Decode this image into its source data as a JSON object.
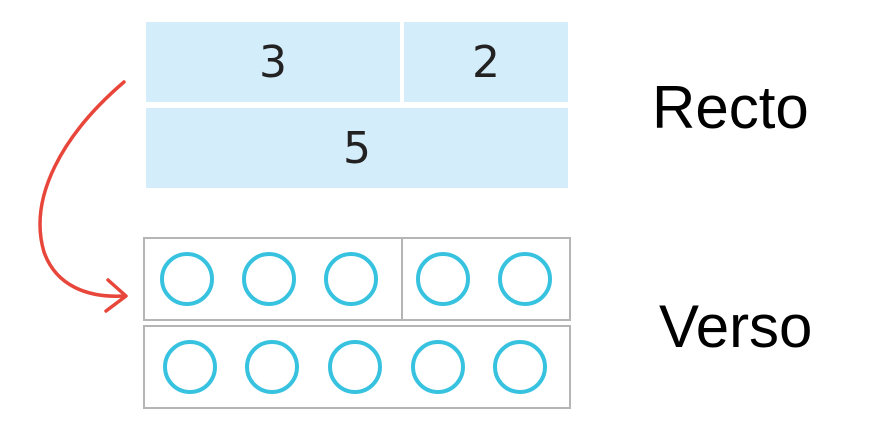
{
  "recto": {
    "top_parts": [
      "3",
      "2"
    ],
    "whole": "5",
    "label": "Recto"
  },
  "verso": {
    "label": "Verso",
    "top_row_circles": 5,
    "bottom_row_circles": 5
  },
  "colors": {
    "bar_fill": "#d4edfa",
    "circle_stroke": "#37c2df",
    "frame_border": "#b5b5b5",
    "arrow": "#e8463a"
  },
  "icons": {
    "arrow": "curved-arrow-icon",
    "counter": "circle-counter-icon"
  }
}
